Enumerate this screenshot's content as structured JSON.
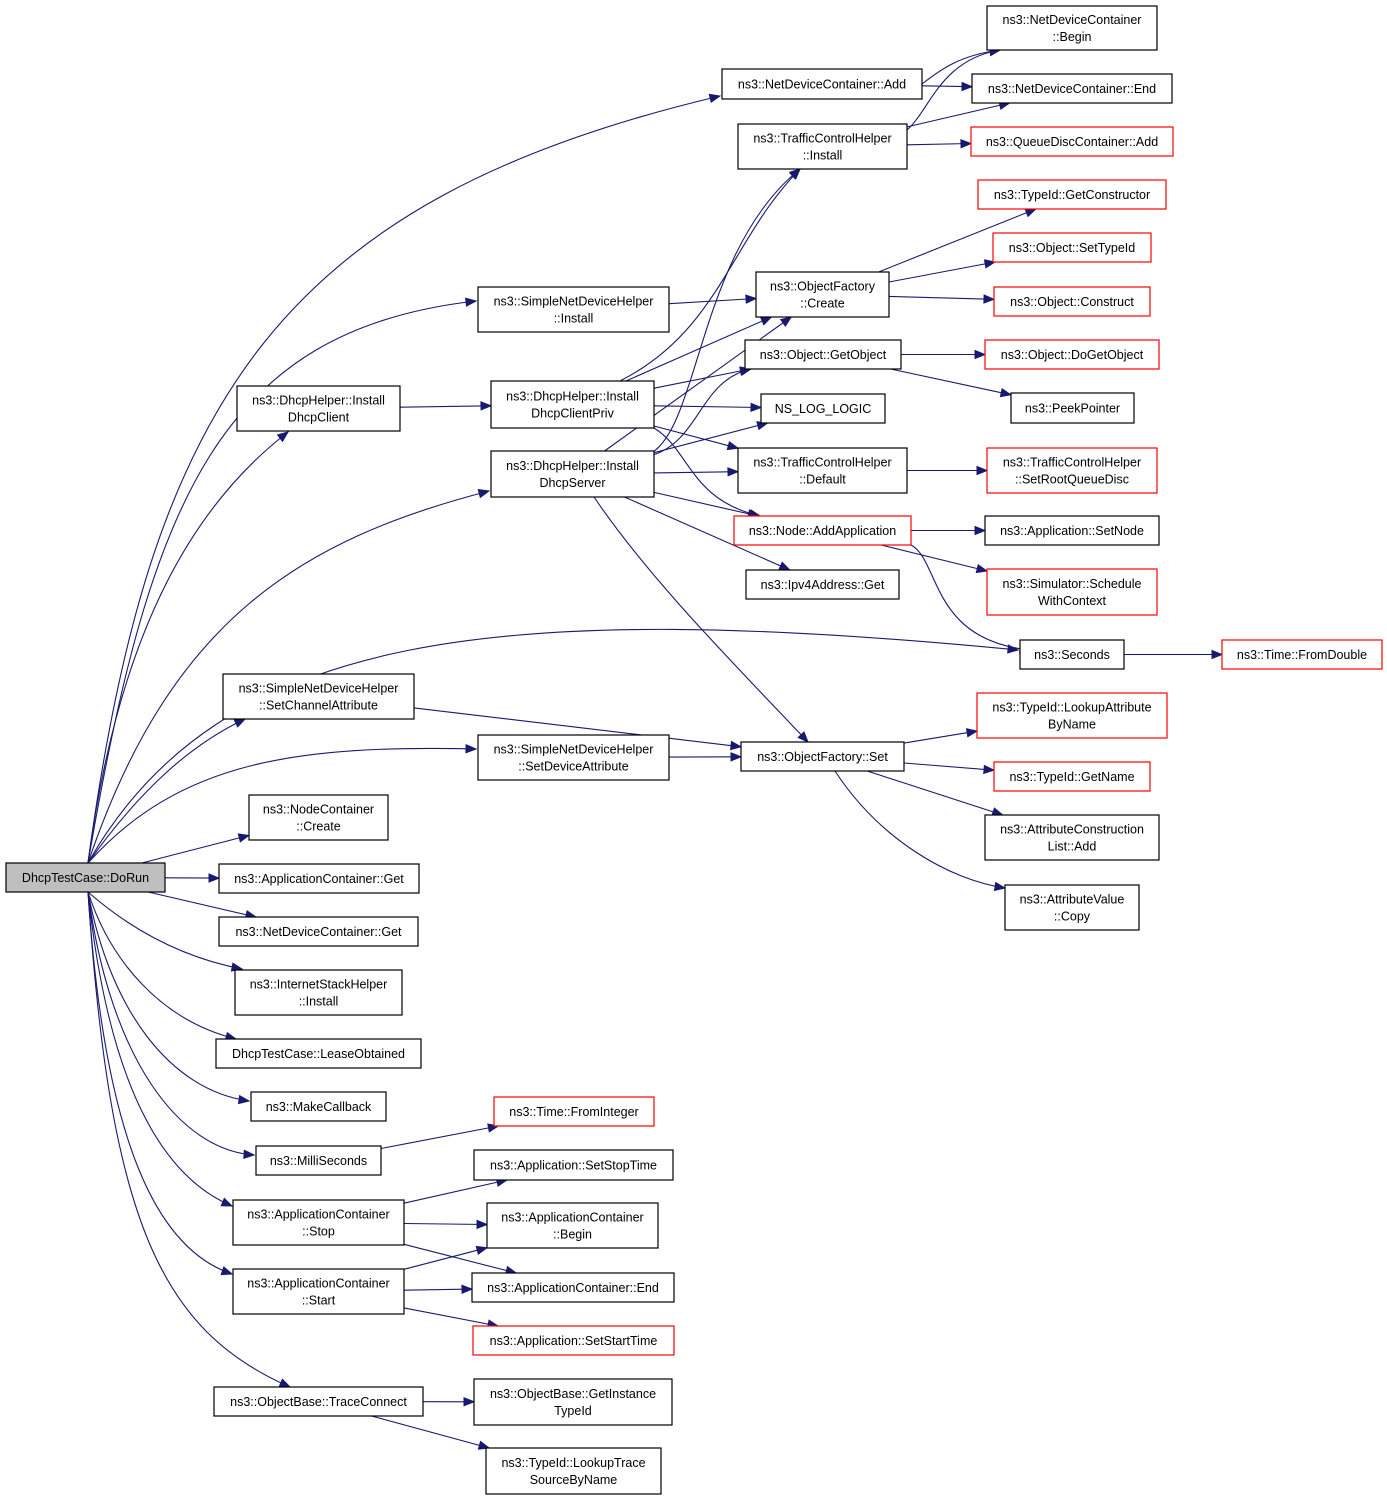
{
  "colors": {
    "edge": "#191970",
    "node_border": "#000000",
    "node_border_incomplete": "#ff0000",
    "root_fill": "#bfbfbf",
    "node_fill": "#ffffff"
  },
  "nodes": [
    {
      "id": "dorun",
      "lines": [
        "DhcpTestCase::DoRun"
      ],
      "style": "root"
    },
    {
      "id": "ndc_add",
      "lines": [
        "ns3::NetDeviceContainer::Add"
      ],
      "style": "normal"
    },
    {
      "id": "ndc_begin",
      "lines": [
        "ns3::NetDeviceContainer",
        "::Begin"
      ],
      "style": "normal"
    },
    {
      "id": "ndc_end",
      "lines": [
        "ns3::NetDeviceContainer::End"
      ],
      "style": "normal"
    },
    {
      "id": "tch_install",
      "lines": [
        "ns3::TrafficControlHelper",
        "::Install"
      ],
      "style": "normal"
    },
    {
      "id": "qdc_add",
      "lines": [
        "ns3::QueueDiscContainer::Add"
      ],
      "style": "red"
    },
    {
      "id": "typeid_getctor",
      "lines": [
        "ns3::TypeId::GetConstructor"
      ],
      "style": "red"
    },
    {
      "id": "obj_settypeid",
      "lines": [
        "ns3::Object::SetTypeId"
      ],
      "style": "red"
    },
    {
      "id": "snd_install",
      "lines": [
        "ns3::SimpleNetDeviceHelper",
        "::Install"
      ],
      "style": "normal"
    },
    {
      "id": "of_create",
      "lines": [
        "ns3::ObjectFactory",
        "::Create"
      ],
      "style": "normal"
    },
    {
      "id": "obj_construct",
      "lines": [
        "ns3::Object::Construct"
      ],
      "style": "red"
    },
    {
      "id": "obj_getobject",
      "lines": [
        "ns3::Object::GetObject"
      ],
      "style": "normal"
    },
    {
      "id": "obj_dogetobject",
      "lines": [
        "ns3::Object::DoGetObject"
      ],
      "style": "red"
    },
    {
      "id": "dh_installclient",
      "lines": [
        "ns3::DhcpHelper::Install",
        "DhcpClient"
      ],
      "style": "normal"
    },
    {
      "id": "dh_installclientpriv",
      "lines": [
        "ns3::DhcpHelper::Install",
        "DhcpClientPriv"
      ],
      "style": "normal"
    },
    {
      "id": "ns_log_logic",
      "lines": [
        "NS_LOG_LOGIC"
      ],
      "style": "normal"
    },
    {
      "id": "peekpointer",
      "lines": [
        "ns3::PeekPointer"
      ],
      "style": "normal"
    },
    {
      "id": "dh_installserver",
      "lines": [
        "ns3::DhcpHelper::Install",
        "DhcpServer"
      ],
      "style": "normal"
    },
    {
      "id": "tch_default",
      "lines": [
        "ns3::TrafficControlHelper",
        "::Default"
      ],
      "style": "normal"
    },
    {
      "id": "tch_setroot",
      "lines": [
        "ns3::TrafficControlHelper",
        "::SetRootQueueDisc"
      ],
      "style": "red"
    },
    {
      "id": "node_addapp",
      "lines": [
        "ns3::Node::AddApplication"
      ],
      "style": "red"
    },
    {
      "id": "app_setnode",
      "lines": [
        "ns3::Application::SetNode"
      ],
      "style": "normal"
    },
    {
      "id": "ipv4_get",
      "lines": [
        "ns3::Ipv4Address::Get"
      ],
      "style": "normal"
    },
    {
      "id": "sim_schedule",
      "lines": [
        "ns3::Simulator::Schedule",
        "WithContext"
      ],
      "style": "red"
    },
    {
      "id": "seconds",
      "lines": [
        "ns3::Seconds"
      ],
      "style": "normal"
    },
    {
      "id": "time_fromdouble",
      "lines": [
        "ns3::Time::FromDouble"
      ],
      "style": "red"
    },
    {
      "id": "snd_setchannel",
      "lines": [
        "ns3::SimpleNetDeviceHelper",
        "::SetChannelAttribute"
      ],
      "style": "normal"
    },
    {
      "id": "typeid_lookupattr",
      "lines": [
        "ns3::TypeId::LookupAttribute",
        "ByName"
      ],
      "style": "red"
    },
    {
      "id": "snd_setdevice",
      "lines": [
        "ns3::SimpleNetDeviceHelper",
        "::SetDeviceAttribute"
      ],
      "style": "normal"
    },
    {
      "id": "of_set",
      "lines": [
        "ns3::ObjectFactory::Set"
      ],
      "style": "normal"
    },
    {
      "id": "typeid_getname",
      "lines": [
        "ns3::TypeId::GetName"
      ],
      "style": "red"
    },
    {
      "id": "nc_create",
      "lines": [
        "ns3::NodeContainer",
        "::Create"
      ],
      "style": "normal"
    },
    {
      "id": "acl_add",
      "lines": [
        "ns3::AttributeConstruction",
        "List::Add"
      ],
      "style": "normal"
    },
    {
      "id": "ac_get",
      "lines": [
        "ns3::ApplicationContainer::Get"
      ],
      "style": "normal"
    },
    {
      "id": "av_copy",
      "lines": [
        "ns3::AttributeValue",
        "::Copy"
      ],
      "style": "normal"
    },
    {
      "id": "ndc_get",
      "lines": [
        "ns3::NetDeviceContainer::Get"
      ],
      "style": "normal"
    },
    {
      "id": "ish_install",
      "lines": [
        "ns3::InternetStackHelper",
        "::Install"
      ],
      "style": "normal"
    },
    {
      "id": "lease",
      "lines": [
        "DhcpTestCase::LeaseObtained"
      ],
      "style": "normal"
    },
    {
      "id": "makecallback",
      "lines": [
        "ns3::MakeCallback"
      ],
      "style": "normal"
    },
    {
      "id": "time_fromint",
      "lines": [
        "ns3::Time::FromInteger"
      ],
      "style": "red"
    },
    {
      "id": "millis",
      "lines": [
        "ns3::MilliSeconds"
      ],
      "style": "normal"
    },
    {
      "id": "app_setstop",
      "lines": [
        "ns3::Application::SetStopTime"
      ],
      "style": "normal"
    },
    {
      "id": "ac_stop",
      "lines": [
        "ns3::ApplicationContainer",
        "::Stop"
      ],
      "style": "normal"
    },
    {
      "id": "ac_begin",
      "lines": [
        "ns3::ApplicationContainer",
        "::Begin"
      ],
      "style": "normal"
    },
    {
      "id": "ac_start",
      "lines": [
        "ns3::ApplicationContainer",
        "::Start"
      ],
      "style": "normal"
    },
    {
      "id": "ac_end",
      "lines": [
        "ns3::ApplicationContainer::End"
      ],
      "style": "normal"
    },
    {
      "id": "app_setstart",
      "lines": [
        "ns3::Application::SetStartTime"
      ],
      "style": "red"
    },
    {
      "id": "ob_traceconnect",
      "lines": [
        "ns3::ObjectBase::TraceConnect"
      ],
      "style": "normal"
    },
    {
      "id": "ob_getinstance",
      "lines": [
        "ns3::ObjectBase::GetInstance",
        "TypeId"
      ],
      "style": "normal"
    },
    {
      "id": "typeid_lookuptrace",
      "lines": [
        "ns3::TypeId::LookupTrace",
        "SourceByName"
      ],
      "style": "normal"
    }
  ],
  "edges": [
    [
      "dorun",
      "ndc_add"
    ],
    [
      "dorun",
      "snd_install"
    ],
    [
      "dorun",
      "dh_installclient"
    ],
    [
      "dorun",
      "dh_installserver"
    ],
    [
      "dorun",
      "seconds"
    ],
    [
      "dorun",
      "snd_setchannel"
    ],
    [
      "dorun",
      "snd_setdevice"
    ],
    [
      "dorun",
      "nc_create"
    ],
    [
      "dorun",
      "ac_get"
    ],
    [
      "dorun",
      "ndc_get"
    ],
    [
      "dorun",
      "ish_install"
    ],
    [
      "dorun",
      "lease"
    ],
    [
      "dorun",
      "makecallback"
    ],
    [
      "dorun",
      "millis"
    ],
    [
      "dorun",
      "ac_stop"
    ],
    [
      "dorun",
      "ac_start"
    ],
    [
      "dorun",
      "ob_traceconnect"
    ],
    [
      "ndc_add",
      "ndc_begin"
    ],
    [
      "ndc_add",
      "ndc_end"
    ],
    [
      "tch_install",
      "ndc_begin"
    ],
    [
      "tch_install",
      "ndc_end"
    ],
    [
      "tch_install",
      "qdc_add"
    ],
    [
      "snd_install",
      "of_create"
    ],
    [
      "of_create",
      "typeid_getctor"
    ],
    [
      "of_create",
      "obj_settypeid"
    ],
    [
      "of_create",
      "obj_construct"
    ],
    [
      "obj_getobject",
      "obj_dogetobject"
    ],
    [
      "obj_getobject",
      "peekpointer"
    ],
    [
      "dh_installclient",
      "dh_installclientpriv"
    ],
    [
      "dh_installclientpriv",
      "tch_install"
    ],
    [
      "dh_installclientpriv",
      "of_create"
    ],
    [
      "dh_installclientpriv",
      "obj_getobject"
    ],
    [
      "dh_installclientpriv",
      "ns_log_logic"
    ],
    [
      "dh_installclientpriv",
      "tch_default"
    ],
    [
      "dh_installclientpriv",
      "node_addapp"
    ],
    [
      "dh_installserver",
      "tch_install"
    ],
    [
      "dh_installserver",
      "of_create"
    ],
    [
      "dh_installserver",
      "obj_getobject"
    ],
    [
      "dh_installserver",
      "ns_log_logic"
    ],
    [
      "dh_installserver",
      "tch_default"
    ],
    [
      "dh_installserver",
      "node_addapp"
    ],
    [
      "dh_installserver",
      "ipv4_get"
    ],
    [
      "dh_installserver",
      "of_set"
    ],
    [
      "tch_default",
      "tch_setroot"
    ],
    [
      "node_addapp",
      "app_setnode"
    ],
    [
      "node_addapp",
      "sim_schedule"
    ],
    [
      "node_addapp",
      "seconds"
    ],
    [
      "seconds",
      "time_fromdouble"
    ],
    [
      "snd_setchannel",
      "of_set"
    ],
    [
      "snd_setdevice",
      "of_set"
    ],
    [
      "of_set",
      "typeid_lookupattr"
    ],
    [
      "of_set",
      "typeid_getname"
    ],
    [
      "of_set",
      "acl_add"
    ],
    [
      "of_set",
      "av_copy"
    ],
    [
      "millis",
      "time_fromint"
    ],
    [
      "ac_stop",
      "app_setstop"
    ],
    [
      "ac_stop",
      "ac_begin"
    ],
    [
      "ac_stop",
      "ac_end"
    ],
    [
      "ac_start",
      "ac_begin"
    ],
    [
      "ac_start",
      "ac_end"
    ],
    [
      "ac_start",
      "app_setstart"
    ],
    [
      "ob_traceconnect",
      "ob_getinstance"
    ],
    [
      "ob_traceconnect",
      "typeid_lookuptrace"
    ]
  ]
}
